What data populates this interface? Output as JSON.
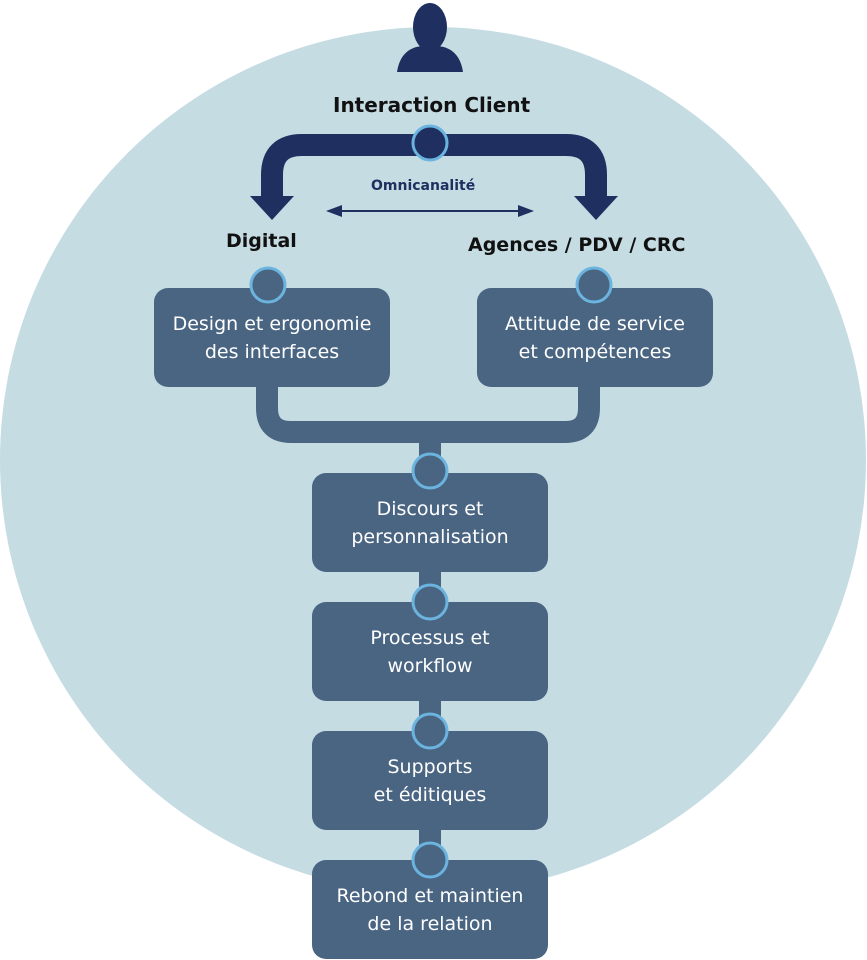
{
  "colors": {
    "circle": "#c5dce3",
    "box": "#4a6582",
    "connector": "#4a6582",
    "node_ring": "#6bb4e0",
    "node_fill": "#4a6582",
    "top_arrow": "#1f3060",
    "person": "#1f3060"
  },
  "icons": {
    "person": "person-silhouette-icon"
  },
  "header": {
    "title": "Interaction Client"
  },
  "omnichannel": {
    "label": "Omnicanalité"
  },
  "channels": {
    "left": {
      "title": "Digital",
      "box_line1": "Design et ergonomie",
      "box_line2": "des interfaces"
    },
    "right": {
      "title": "Agences / PDV / CRC",
      "box_line1": "Attitude de service",
      "box_line2": "et compétences"
    }
  },
  "steps": [
    {
      "line1": "Discours et",
      "line2": "personnalisation"
    },
    {
      "line1": "Processus et",
      "line2": "workflow"
    },
    {
      "line1": "Supports",
      "line2": "et éditiques"
    },
    {
      "line1": "Rebond et maintien",
      "line2": "de la relation"
    }
  ]
}
